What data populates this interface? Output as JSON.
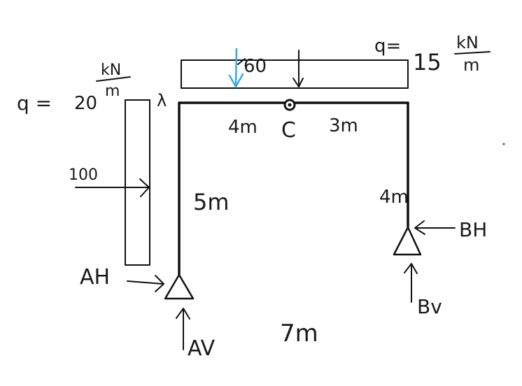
{
  "diagram": {
    "left_load": {
      "q_prefix": "q =",
      "q_value": "20",
      "unit_top": "kN",
      "unit_bottom": "m"
    },
    "right_load": {
      "q_prefix": "q=",
      "q_value": "15",
      "unit_top": "kN",
      "unit_bottom": "m"
    },
    "point_load_top": "60",
    "point_load_left": "100",
    "joint_top_left": "λ",
    "hinge_label": "C",
    "dims": {
      "left_beam": "4m",
      "right_beam": "3m",
      "left_column": "5m",
      "right_column": "4m",
      "span": "7m"
    },
    "reactions": {
      "a_horizontal": "AH",
      "a_vertical": "AV",
      "b_horizontal": "BH",
      "b_vertical": "Bv"
    },
    "colors": {
      "line": "#111111",
      "highlight_arrow": "#3aa6e8"
    }
  }
}
